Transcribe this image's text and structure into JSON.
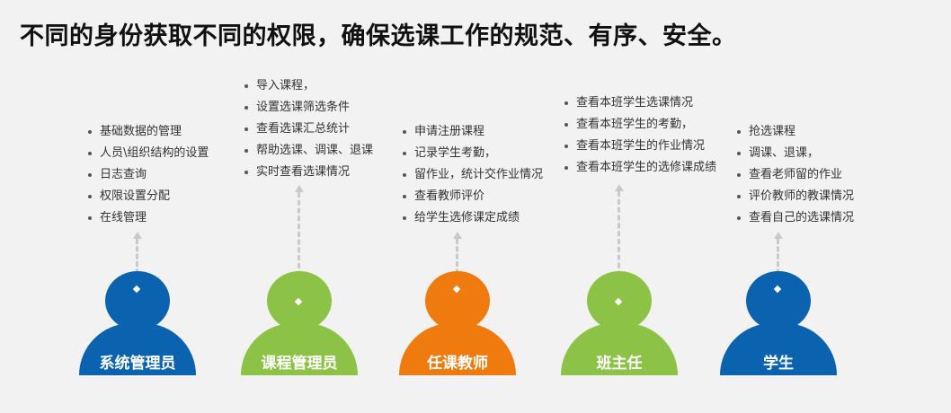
{
  "title": "不同的身份获取不同的权限，确保选课工作的规范、有序、安全。",
  "colors": {
    "blue": "#0b63b0",
    "green": "#8cc346",
    "orange": "#ef7b0f"
  },
  "roles": [
    {
      "label": "系统管理员",
      "color": "#0b63b0",
      "items": [
        "基础数据的管理",
        "人员\\组织结构的设置",
        "日志查询",
        "权限设置分配",
        "在线管理"
      ]
    },
    {
      "label": "课程管理员",
      "color": "#8cc346",
      "items": [
        "导入课程，",
        "设置选课筛选条件",
        "查看选课汇总统计",
        "帮助选课、调课、退课",
        "实时查看选课情况"
      ]
    },
    {
      "label": "任课教师",
      "color": "#ef7b0f",
      "items": [
        "申请注册课程",
        "记录学生考勤，",
        "留作业，统计交作业情况",
        "查看教师评价",
        "给学生选修课定成绩"
      ]
    },
    {
      "label": "班主任",
      "color": "#8cc346",
      "items": [
        "查看本班学生选课情况",
        "查看本班学生的考勤，",
        "查看本班学生的作业情况",
        "查看本班学生的选修课成绩"
      ]
    },
    {
      "label": "学生",
      "color": "#0b63b0",
      "items": [
        "抢选课程",
        "调课、退课，",
        "查看老师留的作业",
        "评价教师的教课情况",
        "查看自己的选课情况"
      ]
    }
  ]
}
